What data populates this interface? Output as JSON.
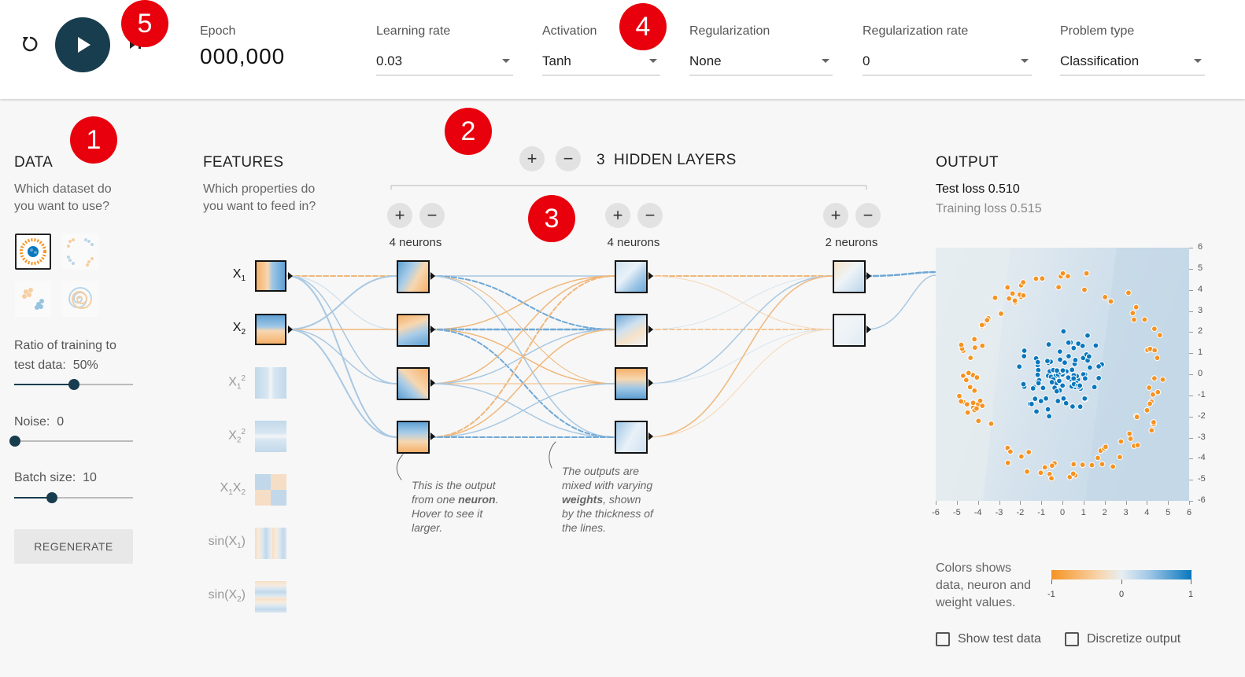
{
  "controls": {
    "reset_icon": "reset-icon",
    "play_icon": "play-icon",
    "step_icon": "step-icon",
    "epoch_label": "Epoch",
    "epoch_value": "000,000",
    "learning_rate": {
      "label": "Learning rate",
      "value": "0.03"
    },
    "activation": {
      "label": "Activation",
      "value": "Tanh"
    },
    "regularization": {
      "label": "Regularization",
      "value": "None"
    },
    "regularization_rate": {
      "label": "Regularization rate",
      "value": "0"
    },
    "problem_type": {
      "label": "Problem type",
      "value": "Classification"
    }
  },
  "badges": {
    "b1": "1",
    "b2": "2",
    "b3": "3",
    "b4": "4",
    "b5": "5"
  },
  "data": {
    "heading": "DATA",
    "subtext_line1": "Which dataset do",
    "subtext_line2": "you want to use?",
    "ratio_label": "Ratio of training to",
    "ratio_label2": "test data:",
    "ratio_value": "50%",
    "ratio_fraction": 0.5,
    "noise_label": "Noise:",
    "noise_value": "0",
    "noise_fraction": 0.0,
    "batch_label": "Batch size:",
    "batch_value": "10",
    "batch_fraction": 0.3,
    "regenerate": "REGENERATE"
  },
  "features": {
    "heading": "FEATURES",
    "subtext_line1": "Which properties do",
    "subtext_line2": "you want to feed in?"
  },
  "network": {
    "hidden_count": "3",
    "hidden_label": "HIDDEN LAYERS",
    "layers": [
      {
        "neurons_label": "4 neurons"
      },
      {
        "neurons_label": "4 neurons"
      },
      {
        "neurons_label": "2 neurons"
      }
    ],
    "annot1": {
      "l1": "This is the output",
      "l2a": "from one ",
      "l2b": "neuron",
      "l2c": ".",
      "l3": "Hover to see it",
      "l4": "larger."
    },
    "annot2": {
      "l1": "The outputs are",
      "l2": "mixed with varying",
      "l3a": "weights",
      "l3b": ", shown",
      "l4": "by the thickness of",
      "l5": "the lines."
    }
  },
  "output": {
    "heading": "OUTPUT",
    "test_loss": "Test loss 0.510",
    "training_loss": "Training loss 0.515",
    "x_ticks": [
      "-6",
      "-5",
      "-4",
      "-3",
      "-2",
      "-1",
      "0",
      "1",
      "2",
      "3",
      "4",
      "5",
      "6"
    ],
    "y_ticks": [
      "6",
      "5",
      "4",
      "3",
      "2",
      "1",
      "0",
      "-1",
      "-2",
      "-3",
      "-4",
      "-5",
      "-6"
    ],
    "legend_line1": "Colors shows",
    "legend_line2": "data, neuron and",
    "legend_line3": "weight values.",
    "scale_min": "-1",
    "scale_mid": "0",
    "scale_max": "1",
    "show_test_data": "Show test data",
    "discretize_output": "Discretize output"
  }
}
